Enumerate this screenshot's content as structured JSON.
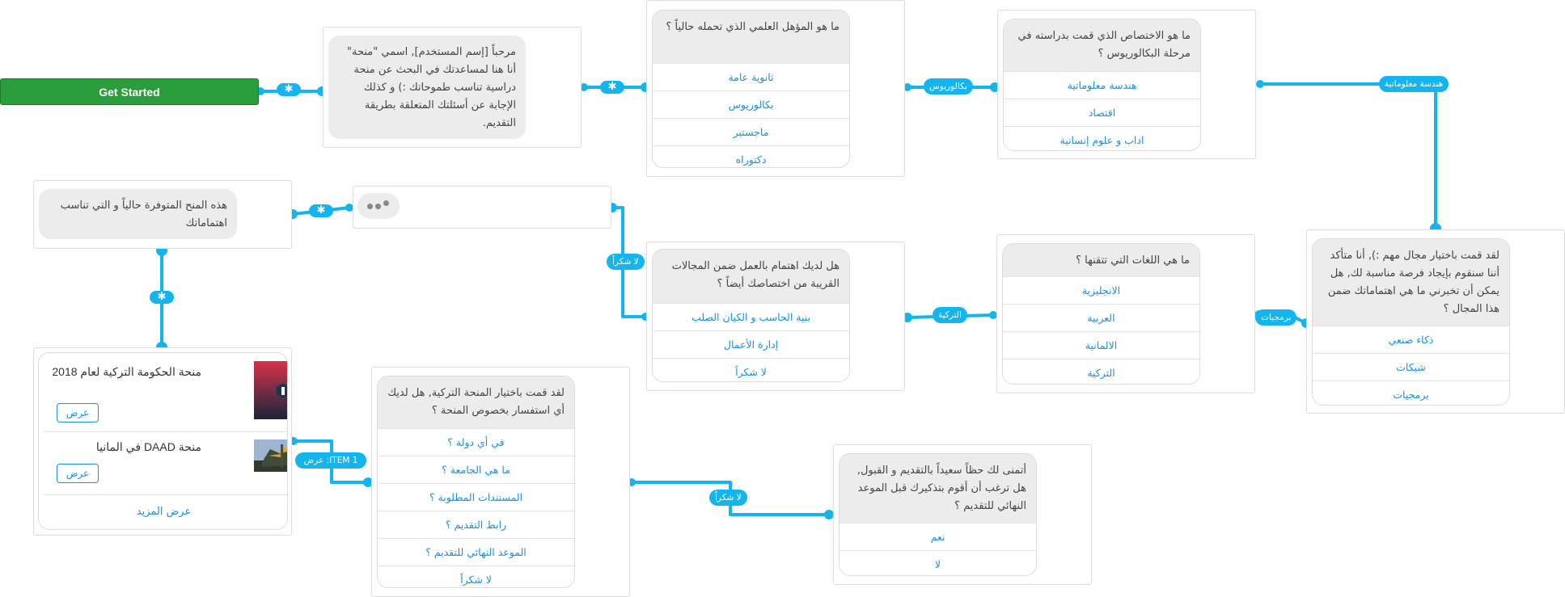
{
  "start_button": {
    "label": "Get Started"
  },
  "links": {
    "star": "✱",
    "bachelor": "بكالوريوس",
    "it_engineering": "هندسة معلوماتية",
    "programming": "برمجيات",
    "turkish": "التركية",
    "no_thanks_1": "لا شكراً",
    "view_item": "عرض :ITEM 1",
    "no_thanks_2": "لا شكراً"
  },
  "welcome": {
    "text": "مرحباً [إسم المستخدم], اسمي \"منحة\" أنا هنا لمساعدتك في البحث عن منحة دراسية تناسب طموحاتك :) و كذلك الإجابة عن أسئلتك المتعلقة بطريقة التقديم."
  },
  "q_degree": {
    "text": "ما هو المؤهل العلمي الذي تحمله حالياً ؟",
    "options": [
      "ثانوية عامة",
      "بكالوريوس",
      "ماجستير",
      "دكتوراه"
    ]
  },
  "q_major": {
    "text": "ما هو الاختصاص الذي قمت بدراسته في مرحلة البكالوريوس ؟",
    "options": [
      "هندسة معلوماتية",
      "اقتصاد",
      "اداب و علوم إنسانية"
    ]
  },
  "q_field": {
    "text": "لقد قمت باختيار مجال مهم :), أنا متأكد أننا سنقوم بإيجاد فرصة مناسبة لك, هل يمكن أن تخبرني ما هي اهتماماتك ضمن هذا المجال ؟",
    "options": [
      "ذكاء صنعي",
      "شبكات",
      "برمجيات"
    ]
  },
  "q_languages": {
    "text": "ما هي اللغات التي تتقنها ؟",
    "options": [
      "الانجليزية",
      "العربية",
      "الالمانية",
      "التركية"
    ]
  },
  "q_related": {
    "text": "هل لديك اهتمام بالعمل ضمن المجالات القريبة من اختصاصك أيضاً ؟",
    "options": [
      "بنية الحاسب و الكيان الصلب",
      "إدارة الأعمال",
      "لا شكراً"
    ]
  },
  "scholarships_msg": {
    "text": "هذه المنح المتوفرة حالياً و التي تناسب اهتماماتك"
  },
  "carousel": {
    "items": [
      {
        "title": "منحة الحكومة التركية لعام 2018",
        "button": "عرض"
      },
      {
        "title": "منحة DAAD في المانيا",
        "button": "عرض"
      }
    ],
    "more": "عرض المزيد"
  },
  "q_inquiry": {
    "text": "لقد قمت باختيار المنحة التركية, هل لديك أي استفسار بخصوص المنحة ؟",
    "options": [
      "في أي دولة ؟",
      "ما هي الجامعة ؟",
      "المستندات المطلوبة ؟",
      "رابط التقديم ؟",
      "الموعد النهائي للتقديم ؟",
      "لا شكراً"
    ]
  },
  "q_reminder": {
    "text": "أتمنى لك حظاً سعيداً بالتقديم و القبول, هل ترغب أن أقوم بتذكيرك قبل الموعد النهائي للتقديم ؟",
    "options": [
      "نعم",
      "لا"
    ]
  },
  "colors": {
    "accent": "#14b4ee",
    "start": "#2a9d3d",
    "link": "#1b8fe0",
    "bubble": "#ececec"
  }
}
